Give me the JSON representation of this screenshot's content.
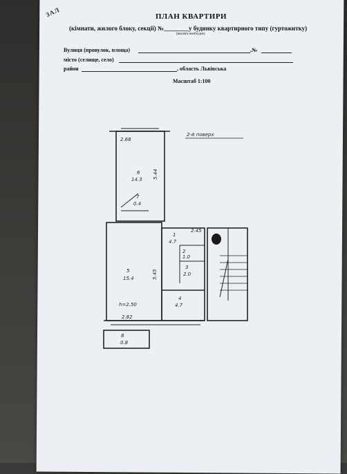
{
  "document": {
    "corner_text": "ЗАЛ",
    "title": "ПЛАН КВАРТИРИ",
    "subtitle": "(кімнати, жилого блоку, секції) №________у будинку квартирного типу (гуртожитку)",
    "subtitle_hint": "(вказати необхідне)",
    "field_street_label": "Вулиця (провулок, площа)",
    "field_street_no": ",№",
    "field_city_label": "місто (селище, село)",
    "field_district_label": "район",
    "field_region": ", область Львівська",
    "scale": "Масштаб 1:100"
  },
  "plan": {
    "floor_note": "2-й поверх",
    "rooms": [
      {
        "id": "6",
        "area": "14.3"
      },
      {
        "id": "7",
        "area": "0.4"
      },
      {
        "id": "5",
        "area": "15.4"
      },
      {
        "id": "1",
        "area": "4.7"
      },
      {
        "id": "2",
        "area": "1.0"
      },
      {
        "id": "3",
        "area": "2.0"
      },
      {
        "id": "4",
        "area": "4.7"
      },
      {
        "id": "8",
        "area": "0.8"
      }
    ],
    "dimensions": [
      "2.68",
      "5.44",
      "2.45",
      "5.45",
      "2.82"
    ],
    "height_note": "h=2.50"
  }
}
